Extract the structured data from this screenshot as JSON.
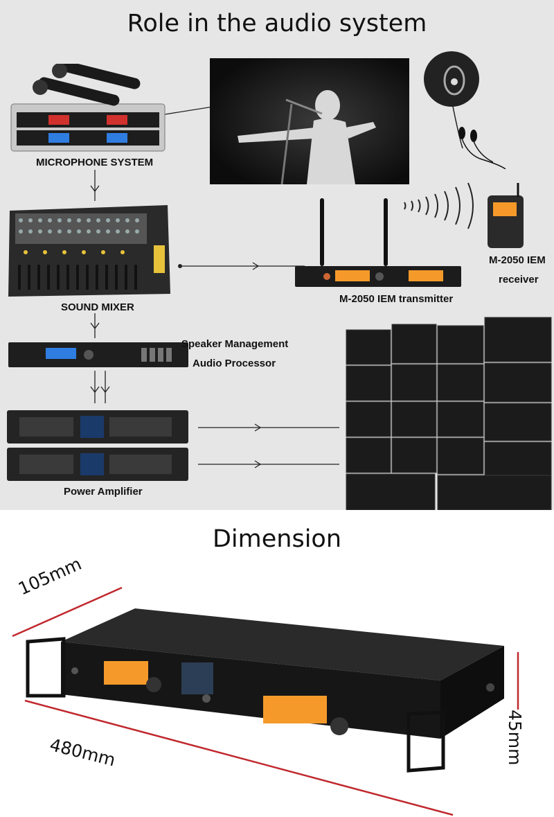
{
  "sections": {
    "role_title": "Role in the audio system",
    "dimension_title": "Dimension"
  },
  "components": {
    "microphone": "MICROPHONE SYSTEM",
    "mixer": "SOUND MIXER",
    "processor_line1": "Speaker Management",
    "processor_line2": "Audio Processor",
    "amplifier": "Power Amplifier",
    "transmitter": "M-2050 IEM transmitter",
    "receiver_line1": "M-2050 IEM",
    "receiver_line2": "receiver"
  },
  "dimensions": {
    "depth": "105mm",
    "width": "480mm",
    "height": "45mm"
  },
  "colors": {
    "top_background": "#e6e6e6",
    "dimension_lines": "#c0282d",
    "display_orange": "#f59a2a",
    "display_blue": "#2f7de1"
  },
  "icons": [
    "microphone-icon",
    "earphone-icon",
    "antenna-icon",
    "signal-waves-icon",
    "speaker-icon"
  ]
}
